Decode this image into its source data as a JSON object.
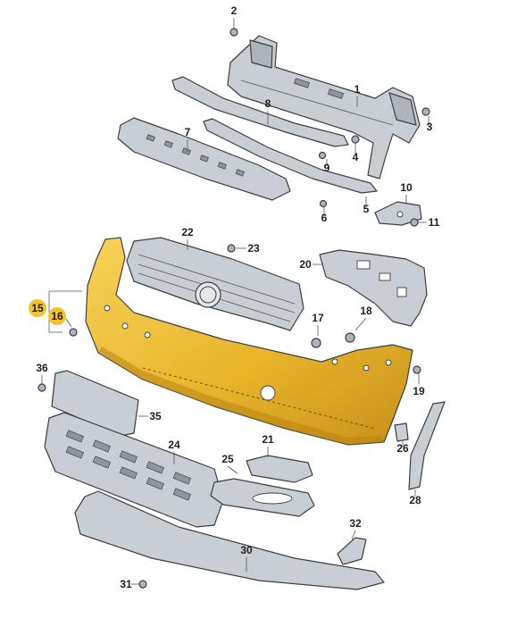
{
  "diagram": {
    "highlight_color": "#e8b52a",
    "part_color": "#c9ced4",
    "callouts": [
      "1",
      "2",
      "3",
      "4",
      "5",
      "6",
      "7",
      "8",
      "9",
      "10",
      "11",
      "15",
      "16",
      "17",
      "18",
      "19",
      "20",
      "21",
      "22",
      "23",
      "24",
      "25",
      "26",
      "28",
      "30",
      "31",
      "32",
      "35",
      "36"
    ],
    "highlighted_callouts": [
      "15",
      "16"
    ]
  }
}
